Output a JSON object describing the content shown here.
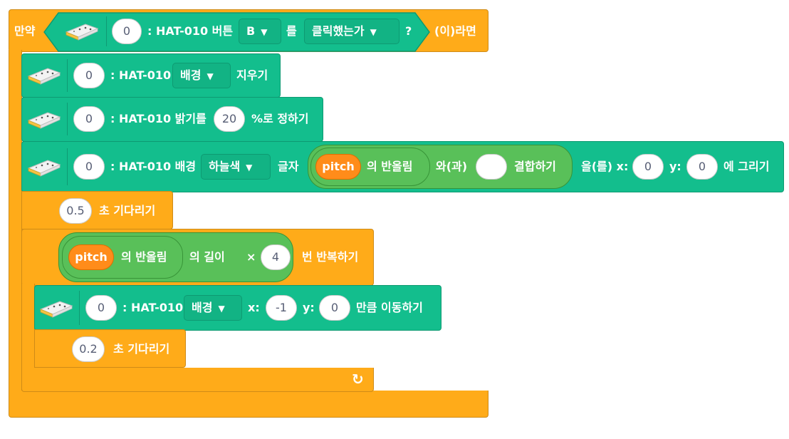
{
  "if_block": {
    "prefix": "만약",
    "suffix": "(이)라면",
    "condition": {
      "port": "0",
      "device": ": HAT-010 버튼",
      "button": "B",
      "particle": "를",
      "event": "클릭했는가",
      "qmark": "?"
    }
  },
  "clear_block": {
    "port": "0",
    "device": ": HAT-010",
    "target": "배경",
    "action": "지우기"
  },
  "brightness_block": {
    "port": "0",
    "device": ": HAT-010 밝기를",
    "value": "20",
    "suffix": "%로 정하기"
  },
  "draw_text_block": {
    "port": "0",
    "device": ": HAT-010 배경",
    "color": "하늘색",
    "text_label": "글자",
    "join": {
      "round": {
        "variable": "pitch",
        "op": "의 반올림"
      },
      "middle": "와(과)",
      "second": "",
      "suffix": "결합하기"
    },
    "at_label": "을(를) x:",
    "x": "0",
    "y_label": "y:",
    "y": "0",
    "suffix": "에 그리기"
  },
  "wait_block_1": {
    "seconds": "0.5",
    "label": "초 기다리기"
  },
  "repeat_block": {
    "length": {
      "round": {
        "variable": "pitch",
        "op": "의 반올림"
      },
      "op": "의 길이"
    },
    "times_sign": "×",
    "multiplier": "4",
    "label": "번 반복하기"
  },
  "move_block": {
    "port": "0",
    "device": ": HAT-010",
    "target": "배경",
    "x_label": "x:",
    "x": "-1",
    "y_label": "y:",
    "y": "0",
    "suffix": "만큼 이동하기"
  },
  "wait_block_2": {
    "seconds": "0.2",
    "label": "초 기다리기"
  },
  "loop_arrow": "↻",
  "icons": {
    "device": "hat-board-icon",
    "dropdown": "caret-down-icon",
    "loop": "loop-arrow-icon"
  },
  "colors": {
    "control": "#FFAB19",
    "extension": "#13BE8D",
    "operator": "#59C059",
    "variable": "#FF8C1A"
  }
}
